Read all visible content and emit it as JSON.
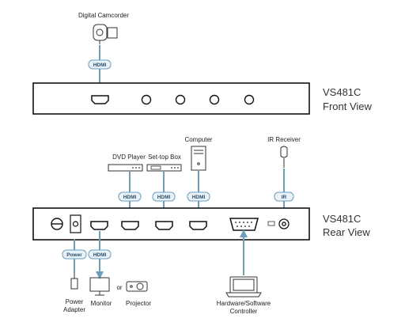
{
  "colors": {
    "connector": "#6a9fc0",
    "box_stroke": "#111111",
    "tag_fill": "#e9f2f8"
  },
  "front": {
    "device_label_1": "VS481C",
    "device_label_2": "Front View",
    "source_label": "Digital Camcorder",
    "cable_tag": "HDMI"
  },
  "rear": {
    "device_label_1": "VS481C",
    "device_label_2": "Rear View",
    "inputs": [
      {
        "label": "DVD Player",
        "tag": "HDMI"
      },
      {
        "label": "Set-top Box",
        "tag": "HDMI"
      },
      {
        "label": "Computer",
        "tag": "HDMI"
      }
    ],
    "ir": {
      "label": "IR Receiver",
      "tag": "IR"
    },
    "power": {
      "tag": "Power",
      "label_1": "Power",
      "label_2": "Adapter"
    },
    "output": {
      "tag": "HDMI",
      "monitor": "Monitor",
      "or": "or",
      "projector": "Projector"
    },
    "controller": {
      "label_1": "Hardware/Software",
      "label_2": "Controller"
    }
  }
}
